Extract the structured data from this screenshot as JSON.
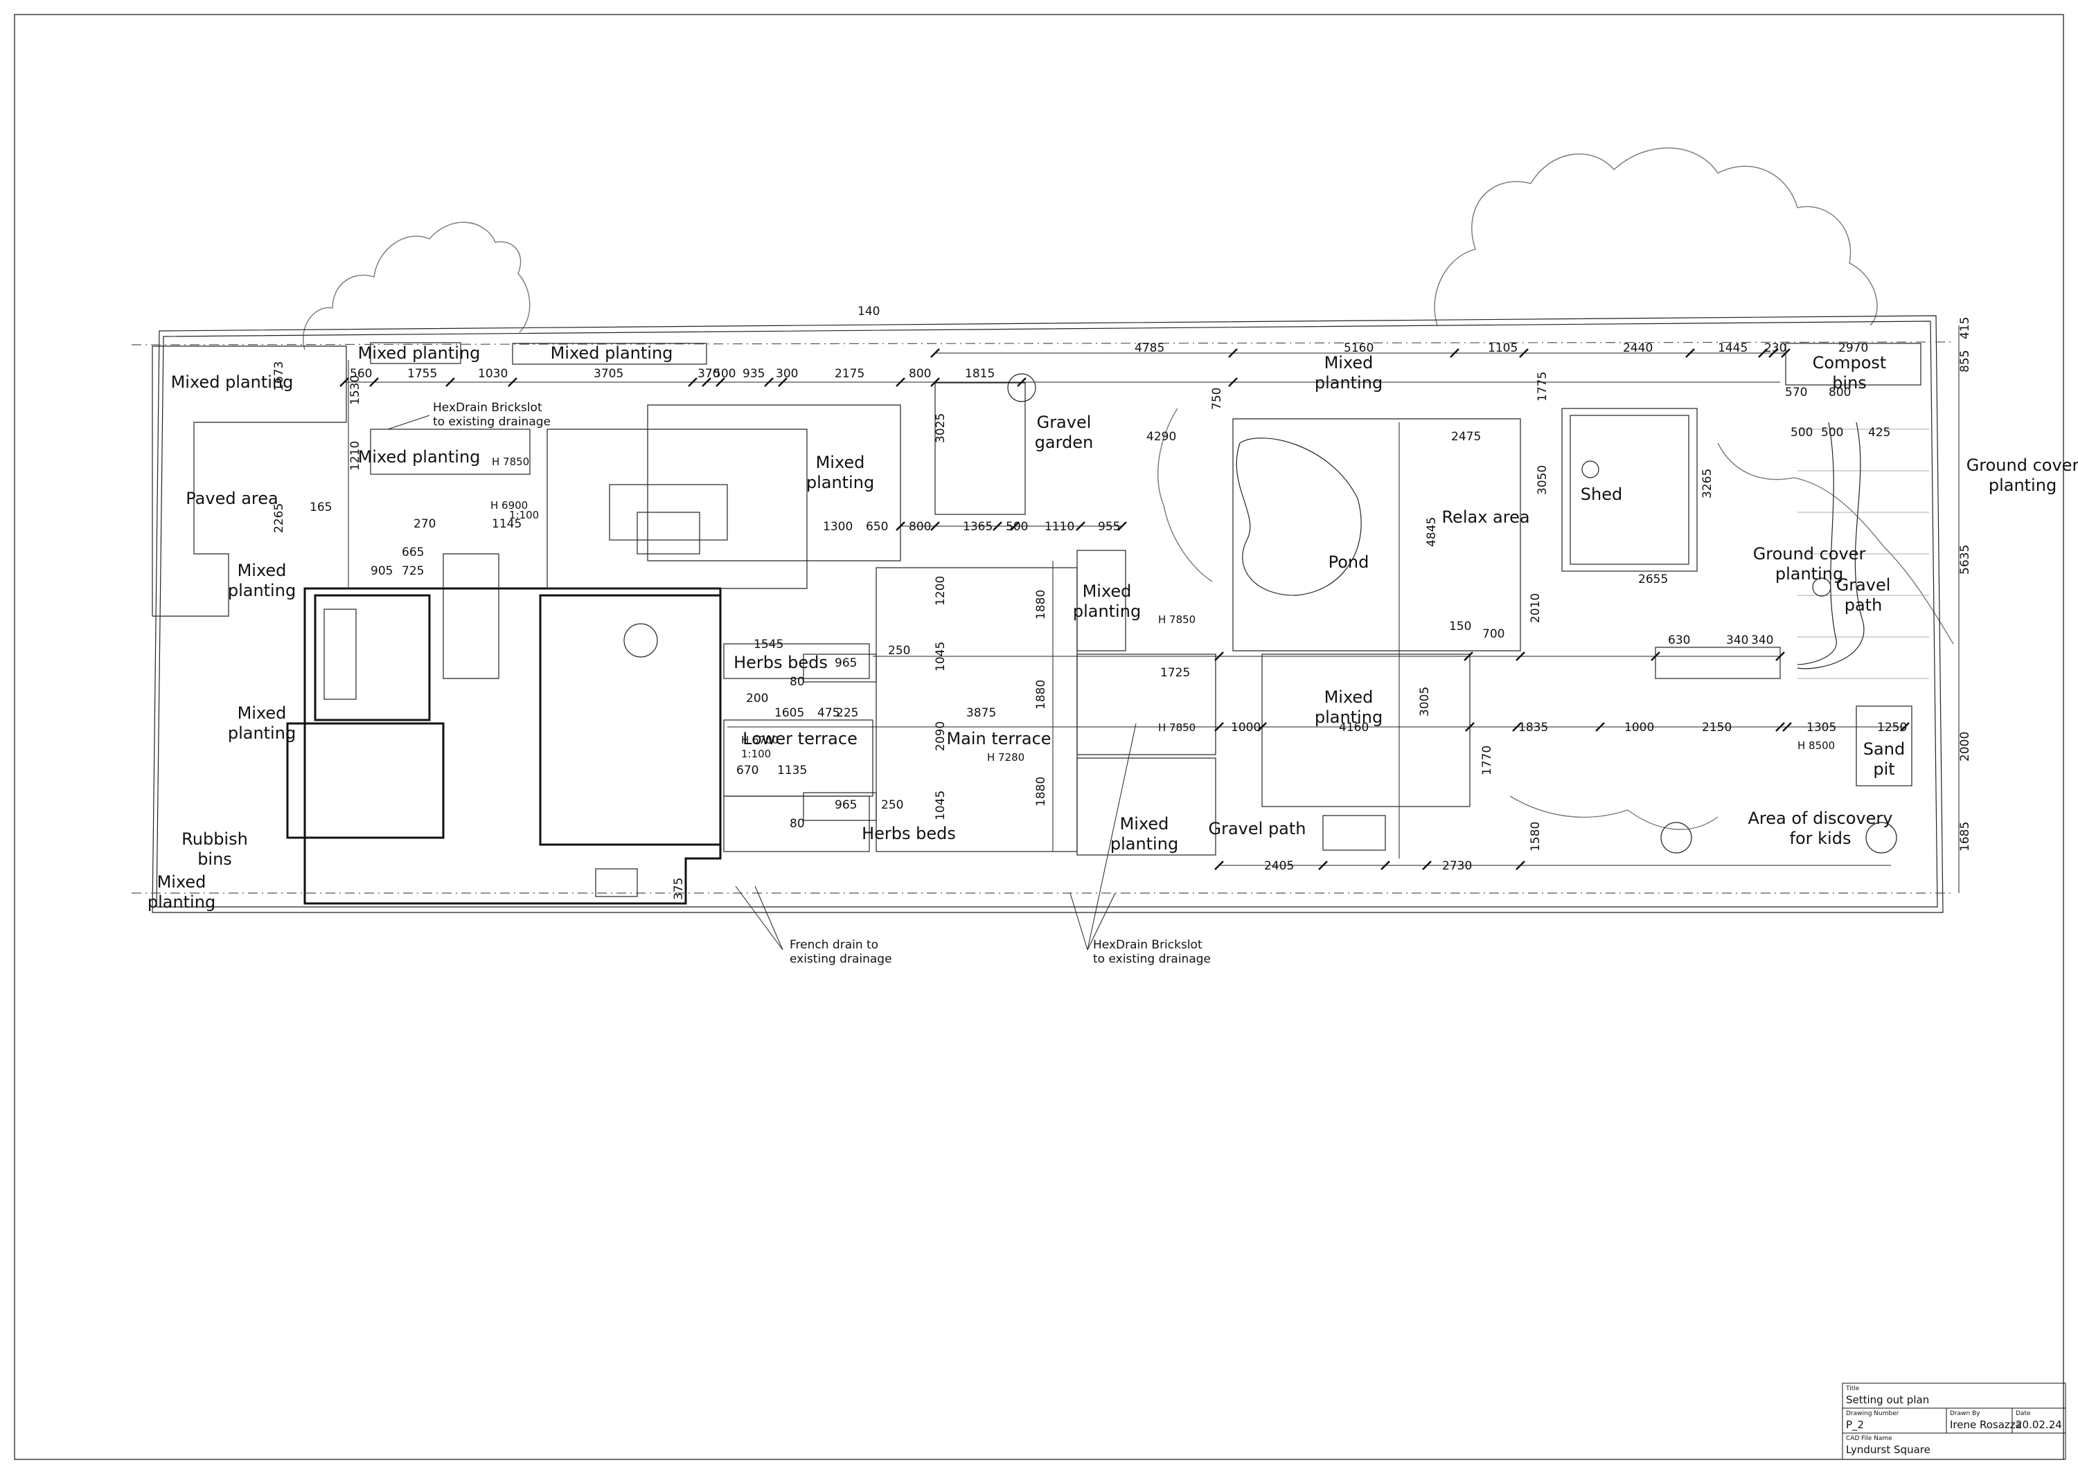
{
  "zones": {
    "mixed_planting_topleft": "Mixed planting",
    "mixed_planting_strip1": "Mixed planting",
    "mixed_planting_strip2": "Mixed planting",
    "mixed_planting_inner": "Mixed planting",
    "paved_area": "Paved area",
    "mixed_planting_left2": "Mixed\nplanting",
    "mixed_planting_left3": "Mixed\nplanting",
    "rubbish_bins": "Rubbish\nbins",
    "mixed_planting_bottomleft": "Mixed\nplanting",
    "mixed_planting_center": "Mixed\nplanting",
    "herbs_beds_top": "Herbs beds",
    "lower_terrace": "Lower terrace",
    "main_terrace": "Main terrace",
    "herbs_beds_bottom": "Herbs beds",
    "mixed_planting_small": "Mixed\nplanting",
    "mixed_planting_bottom_mid": "Mixed\nplanting",
    "gravel_garden": "Gravel\ngarden",
    "mixed_planting_top_mid": "Mixed\nplanting",
    "pond": "Pond",
    "relax_area": "Relax area",
    "mixed_planting_right": "Mixed\nplanting",
    "gravel_path_bottom": "Gravel path",
    "shed": "Shed",
    "compost_bins": "Compost\nbins",
    "ground_cover_planting_inner": "Ground cover\nplanting",
    "gravel_path_right": "Gravel\npath",
    "ground_cover_planting_outer": "Ground cover\nplanting",
    "sand_pit": "Sand\npit",
    "area_of_discovery": "Area of discovery\nfor kids"
  },
  "annotations": {
    "hexdrain_top": "HexDrain Brickslot\nto existing drainage",
    "french_drain": "French drain to\nexisting drainage",
    "hexdrain_bottom": "HexDrain Brickslot\nto existing drainage"
  },
  "levels": {
    "h7850_a": "H 7850",
    "h6900": "H 6900",
    "scale_a": "1:100",
    "h6700": "H 6700",
    "scale_b": "1:100",
    "h7280": "H 7280",
    "h7850_b": "H 7850",
    "h7850_c": "H 7850",
    "h8500": "H 8500"
  },
  "dimensions": {
    "top_overall": "140",
    "d1673": "1673",
    "d560a": "560",
    "d1755": "1755",
    "d1030": "1030",
    "d3705": "3705",
    "d370": "370",
    "d500a": "500",
    "d935": "935",
    "d300a": "300",
    "d2175": "2175",
    "d800a": "800",
    "d1815": "1815",
    "d4785": "4785",
    "d5160": "5160",
    "d1105": "1105",
    "d2440": "2440",
    "d1445": "1445",
    "d230": "230",
    "d2970": "2970",
    "d415a": "415",
    "d855": "855",
    "d570": "570",
    "d800b": "800",
    "d500r1": "500",
    "d500r2": "500",
    "d425": "425",
    "d4290": "4290",
    "d2475": "2475",
    "d1300": "1300",
    "d650": "650",
    "d800c": "800",
    "d1365": "1365",
    "d500b": "500",
    "d1110": "1110",
    "d955": "955",
    "d3025": "3025",
    "d3050": "3050",
    "d3265": "3265",
    "d2655": "2655",
    "d4845": "4845",
    "d1880a": "1880",
    "d1880b": "1880",
    "d1880c": "1880",
    "d1200": "1200",
    "d1045a": "1045",
    "d2090": "2090",
    "d1045b": "1045",
    "d1545": "1545",
    "d965a": "965",
    "d965b": "965",
    "d250a": "250",
    "d250b": "250",
    "d200": "200",
    "d1605": "1605",
    "d475": "475",
    "d225": "225",
    "d3875": "3875",
    "d1135": "1135",
    "d670": "670",
    "d80a": "80",
    "d80b": "80",
    "d1725": "1725",
    "d1000a": "1000",
    "d4160": "4160",
    "d3005": "3005",
    "d1835": "1835",
    "d1000b": "1000",
    "d2150": "2150",
    "d1305": "1305",
    "d1250": "1250",
    "d2405": "2405",
    "d2730": "2730",
    "d5635": "5635",
    "d2000": "2000",
    "d1685": "1685",
    "d630": "630",
    "d340a": "340",
    "d340b": "340",
    "d700": "700",
    "d150": "150",
    "d2010": "2010",
    "d1775": "1775",
    "d1770": "1770",
    "d1580": "1580",
    "d905": "905",
    "d725": "725",
    "d665": "665",
    "d1145": "1145",
    "d270": "270",
    "d2265": "2265",
    "d165": "165",
    "d1210": "1210",
    "d1530": "1530",
    "d375": "375",
    "d750": "750"
  },
  "title_block": {
    "title_label": "Title",
    "title_value": "Setting out plan",
    "drawing_number_label": "Drawing Number",
    "drawing_number_value": "P_2",
    "drawn_by_label": "Drawn By",
    "drawn_by_value": "Irene Rosazza",
    "date_label": "Date",
    "date_value": "20.02.24",
    "cad_file_label": "CAD File Name",
    "cad_file_value": "Lyndurst Square"
  }
}
